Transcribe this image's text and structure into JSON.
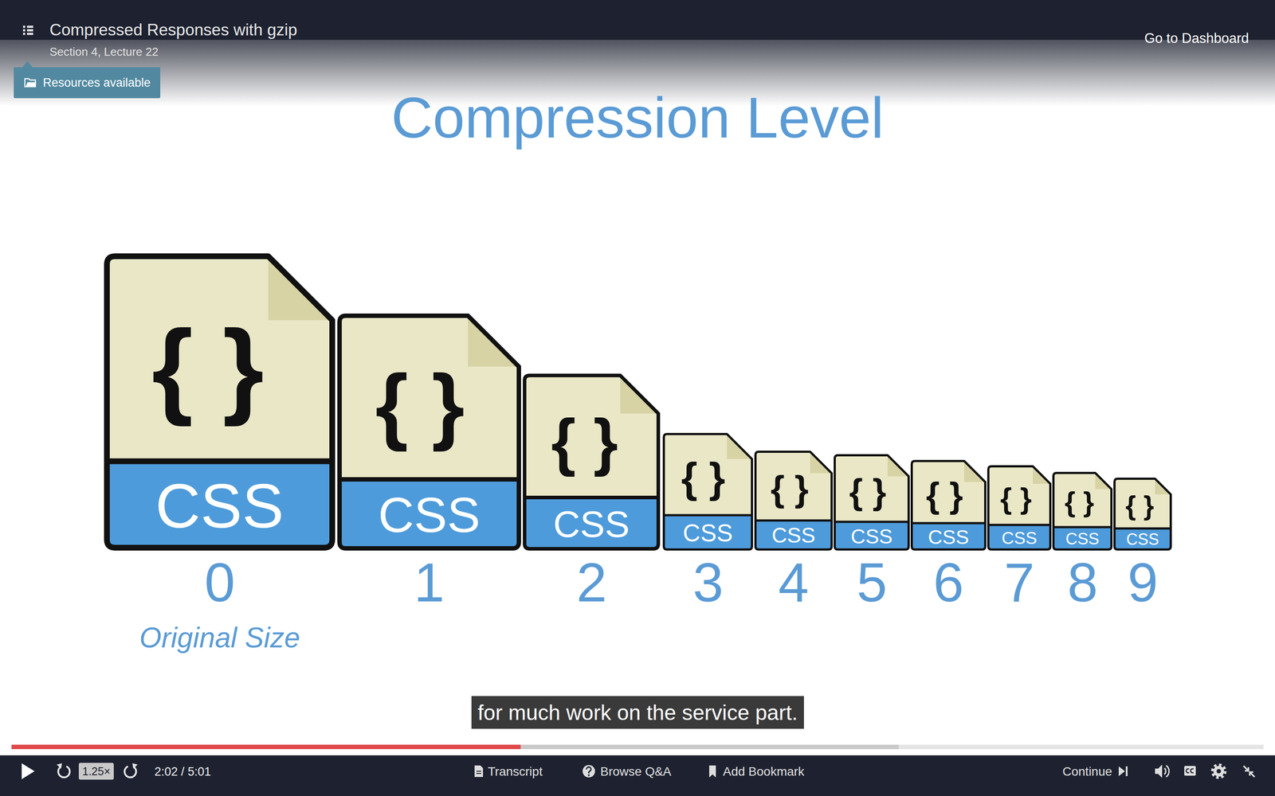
{
  "diagram": {
    "title": "Compression Level",
    "nodes": [
      {
        "text": [
          "Resources available"
        ]
      },
      {
        "text": [
          "{ }",
          "CSS"
        ]
      },
      {
        "text": [
          "{ }",
          "CSS"
        ]
      },
      {
        "text": [
          "{ }",
          "CSS"
        ]
      },
      {
        "text": [
          "{ }",
          "CSS"
        ]
      },
      {
        "text": [
          "{ }",
          "CSS"
        ]
      },
      {
        "text": [
          "{ }",
          "CSS"
        ]
      },
      {
        "text": [
          "{ }",
          "CSS"
        ]
      },
      {
        "text": [
          "{ }",
          "CSS"
        ]
      },
      {
        "text": [
          "{ }",
          "CSS"
        ]
      },
      {
        "text": [
          "{ }",
          "CSS"
        ]
      },
      {
        "text": [
          "for much work on the service part."
        ]
      },
      {
        "text": [
          "1.25×"
        ]
      }
    ],
    "labels": [
      "Compressed Responses with gzip",
      "Section 4, Lecture 22",
      "Go to Dashboard",
      "0",
      "1",
      "2",
      "3",
      "4",
      "5",
      "6",
      "7",
      "8",
      "9",
      "Original Size",
      "2:02 / 5:01",
      "Transcript",
      "Browse Q&A",
      "Add Bookmark",
      "Continue"
    ]
  }
}
